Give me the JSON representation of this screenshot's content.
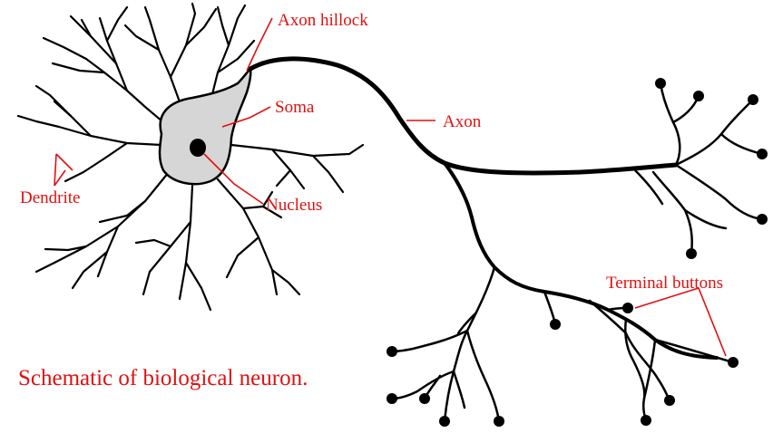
{
  "colors": {
    "label": "#e01010",
    "structure": "#000000",
    "soma_fill": "#d6d6d6",
    "background": "#ffffff"
  },
  "labels": {
    "axon_hillock": "Axon hillock",
    "soma": "Soma",
    "axon": "Axon",
    "nucleus": "Nucleus",
    "dendrite": "Dendrite",
    "terminal_buttons": "Terminal buttons"
  },
  "caption": "Schematic of biological neuron."
}
